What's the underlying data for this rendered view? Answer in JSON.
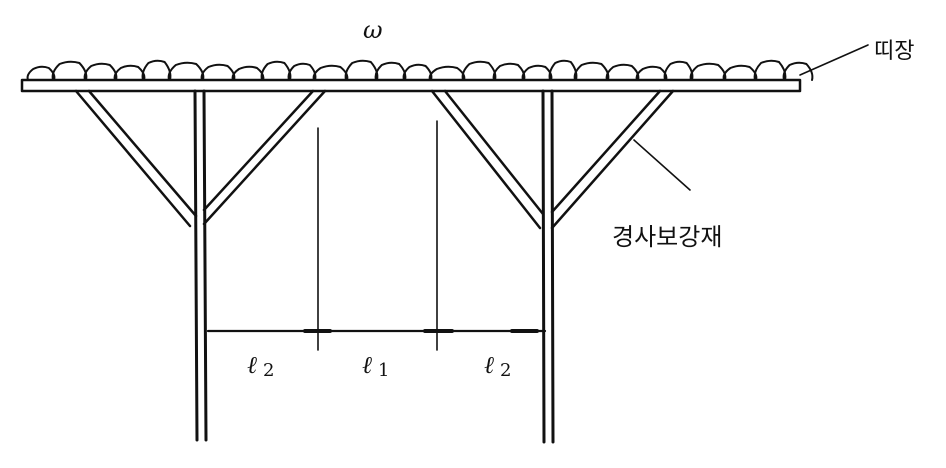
{
  "load_label": "ω",
  "labels": {
    "sheathing": "띠장",
    "brace": "경사보강재"
  },
  "spans": [
    {
      "symbol": "ℓ",
      "sub": "2"
    },
    {
      "symbol": "ℓ",
      "sub": "1"
    },
    {
      "symbol": "ℓ",
      "sub": "2"
    }
  ],
  "colors": {
    "ink": "#111111",
    "background": "#ffffff"
  }
}
